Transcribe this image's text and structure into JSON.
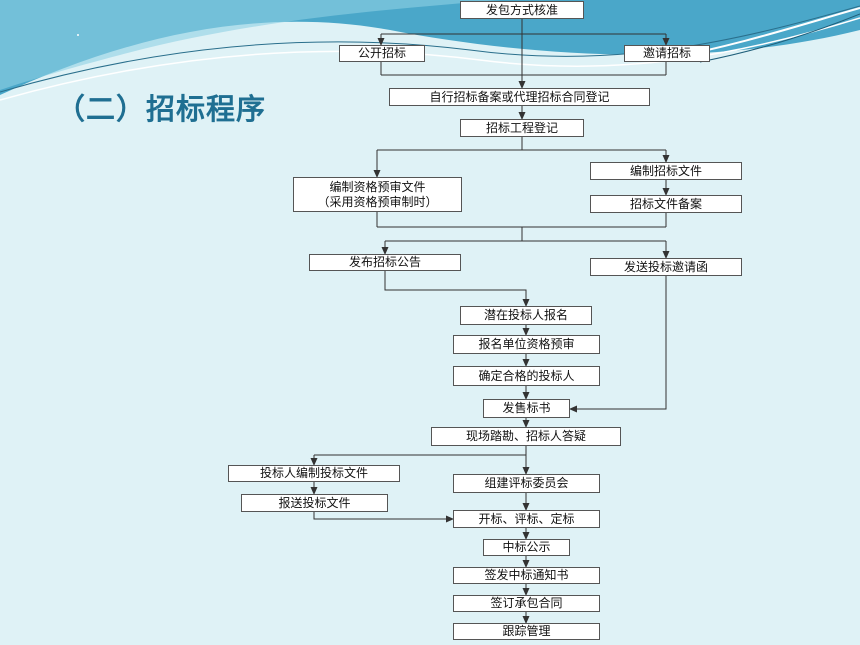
{
  "title": "（二）招标程序",
  "flowchart": {
    "nodes": {
      "fabao": "发包方式核准",
      "gongkai": "公开招标",
      "yaoqing": "邀请招标",
      "beian": "自行招标备案或代理招标合同登记",
      "gongcheng": "招标工程登记",
      "zige_line1": "编制资格预审文件",
      "zige_line2": "（采用资格预审制时）",
      "bianzhi": "编制招标文件",
      "wenjian_beian": "招标文件备案",
      "gonggao": "发布招标公告",
      "yaoqinghan": "发送投标邀请函",
      "baoming": "潜在投标人报名",
      "yushen": "报名单位资格预审",
      "queding": "确定合格的投标人",
      "fashou": "发售标书",
      "xianchang": "现场踏勘、招标人答疑",
      "toubiao_bianzhi": "投标人编制投标文件",
      "zujian": "组建评标委员会",
      "baosong": "报送投标文件",
      "kaibiao": "开标、评标、定标",
      "gongshi": "中标公示",
      "tongzhi": "签发中标通知书",
      "hetong": "签订承包合同",
      "genzong": "跟踪管理"
    }
  }
}
